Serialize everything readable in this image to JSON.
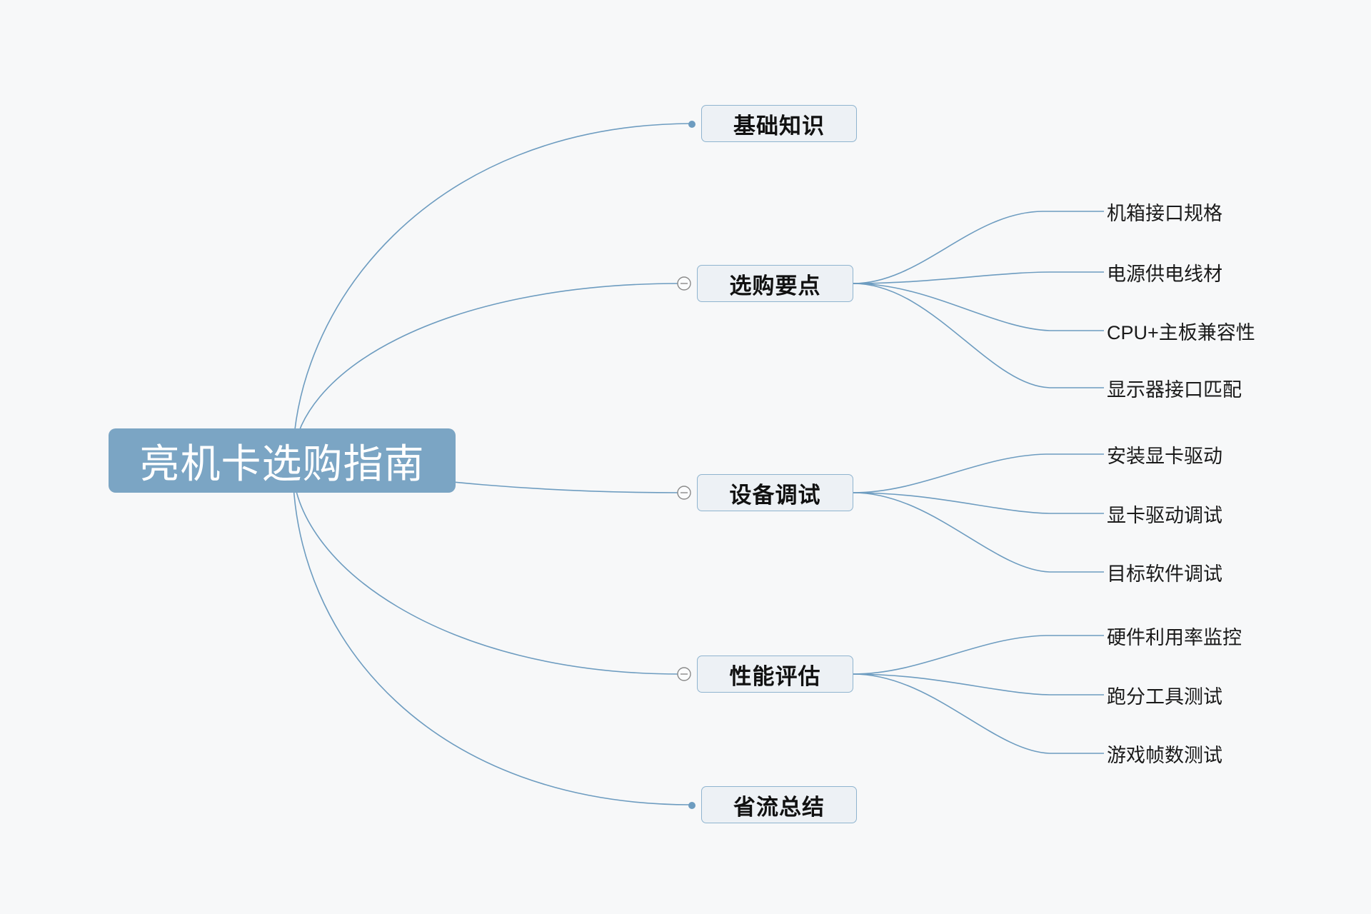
{
  "canvas": {
    "background_color": "#f7f8f9",
    "edge_color": "#6d9cc0",
    "root_fill": "#7ba5c4",
    "root_text_color": "#ffffff",
    "branch_fill": "#edf1f5",
    "branch_border": "#8fb4cf",
    "branch_text_color": "#111111",
    "leaf_text_color": "#1a1a1a",
    "marker_color": "#8a8a8a",
    "bullet_color": "#6d9cc0"
  },
  "root": {
    "label": "亮机卡选购指南"
  },
  "branches": [
    {
      "label": "基础知识",
      "marker": "bullet-dot",
      "children": []
    },
    {
      "label": "选购要点",
      "marker": "circle-minus-icon",
      "children": [
        {
          "label": "机箱接口规格"
        },
        {
          "label": "电源供电线材"
        },
        {
          "label": "CPU+主板兼容性"
        },
        {
          "label": "显示器接口匹配"
        }
      ]
    },
    {
      "label": "设备调试",
      "marker": "circle-minus-icon",
      "children": [
        {
          "label": "安装显卡驱动"
        },
        {
          "label": "显卡驱动调试"
        },
        {
          "label": "目标软件调试"
        }
      ]
    },
    {
      "label": "性能评估",
      "marker": "circle-minus-icon",
      "children": [
        {
          "label": "硬件利用率监控"
        },
        {
          "label": "跑分工具测试"
        },
        {
          "label": "游戏帧数测试"
        }
      ]
    },
    {
      "label": "省流总结",
      "marker": "bullet-dot",
      "children": []
    }
  ]
}
